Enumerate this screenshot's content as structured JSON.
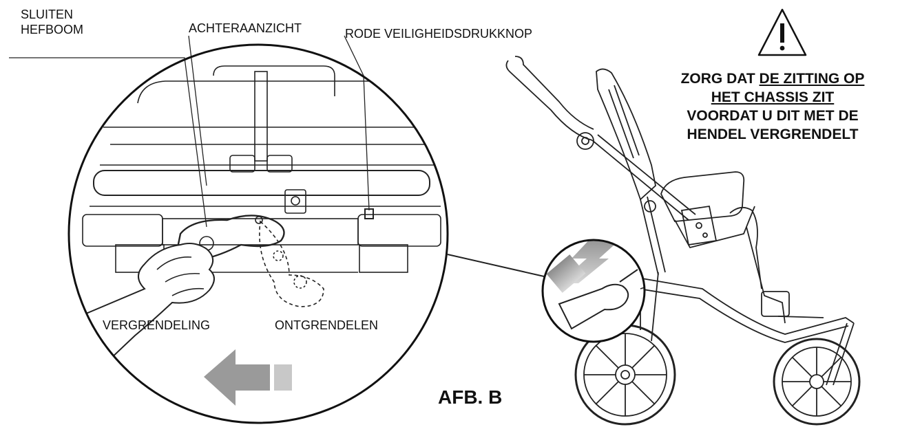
{
  "labels": {
    "close_lever_line1": "SLUITEN",
    "close_lever_line2": "HEFBOOM",
    "rear_view": "ACHTERAANZICHT",
    "red_safety_button": "RODE VEILIGHEIDSDRUKKNOP",
    "locking": "VERGRENDELING",
    "unlocking": "ONTGRENDELEN"
  },
  "warning": {
    "line1_pre": "ZORG DAT ",
    "line1_underlined": "DE ZITTING OP",
    "line2_underlined": "HET CHASSIS ZIT",
    "line3": "VOORDAT U DIT MET DE",
    "line4": "HENDEL VERGRENDELT",
    "symbol": "warning-triangle-icon"
  },
  "figure_label": "AFB. B",
  "colors": {
    "ink": "#111111",
    "arrow_gray": "#9a9a9a",
    "arrow_light": "#c8c8c8"
  }
}
